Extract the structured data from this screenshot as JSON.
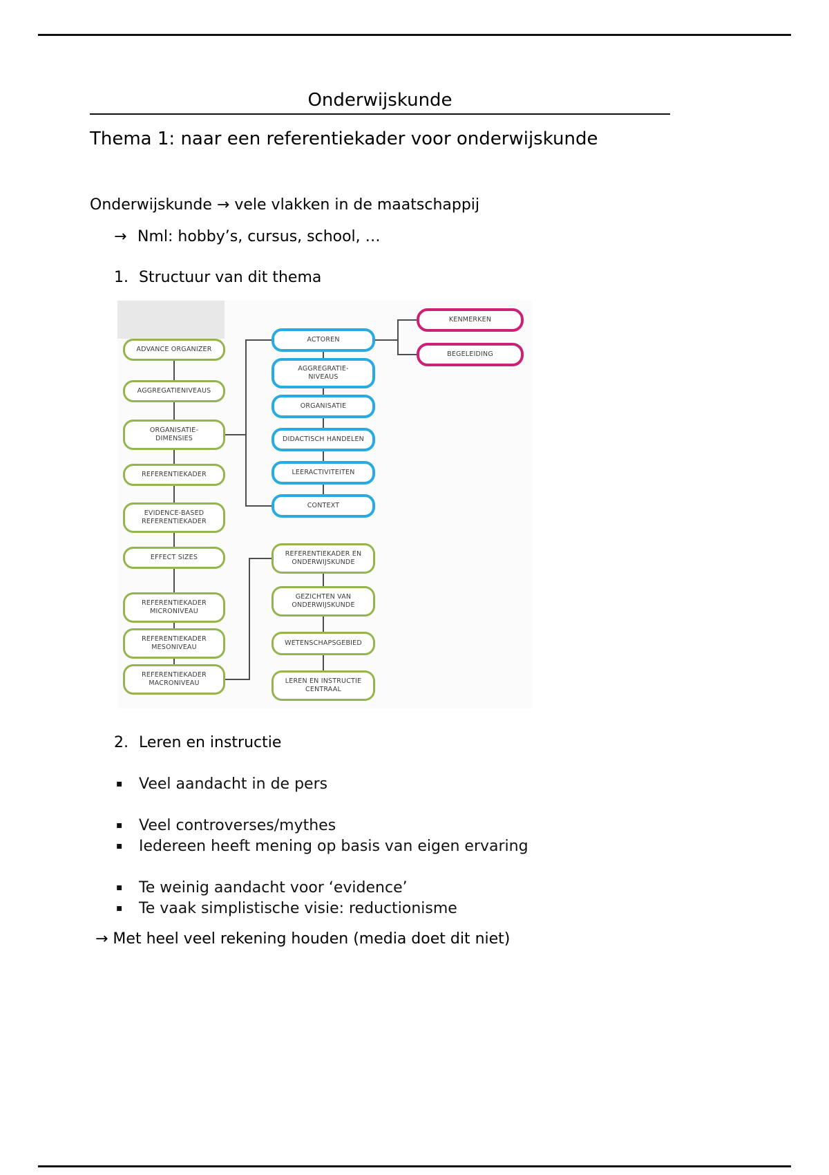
{
  "doc": {
    "title": "Onderwijskunde",
    "heading": "Thema 1: naar een referentiekader voor onderwijskunde",
    "intro": "Onderwijskunde → vele vlakken in de maatschappij",
    "intro_sub_arrow": "→",
    "intro_sub_text": "Nml: hobby’s, cursus, school, …",
    "sections": [
      {
        "number": "1.",
        "title": "Structuur van dit thema"
      },
      {
        "number": "2.",
        "title": "Leren en instructie"
      }
    ],
    "bullet_char": "▪",
    "bullets": [
      "Veel aandacht in de pers",
      "Veel controverses/mythes",
      "Iedereen heeft mening op basis van eigen ervaring",
      "Te weinig aandacht voor ‘evidence’",
      "Te vaak simplistische visie: reductionisme"
    ],
    "conclusion": "→ Met heel veel rekening houden (media doet dit niet)"
  },
  "diagram": {
    "colors": {
      "green": "#94b44e",
      "blue": "#29abe2",
      "pink": "#cb2277"
    },
    "left": [
      "ADVANCE ORGANIZER",
      "AGGREGATIENIVEAUS",
      "ORGANISATIE-\nDIMENSIES",
      "REFERENTIEKADER",
      "EVIDENCE-BASED\nREFERENTIEKADER",
      "EFFECT SIZES",
      "REFERENTIEKADER\nMICRONIVEAU",
      "REFERENTIEKADER\nMESONIVEAU",
      "REFERENTIEKADER\nMACRONIVEAU"
    ],
    "middle": [
      "ACTOREN",
      "AGGREGRATIE-\nNIVEAUS",
      "ORGANISATIE",
      "DIDACTISCH HANDELEN",
      "LEERACTIVITEITEN",
      "CONTEXT"
    ],
    "right": [
      "KENMERKEN",
      "BEGELEIDING"
    ],
    "bottom": [
      "REFERENTIEKADER EN\nONDERWIJSKUNDE",
      "GEZICHTEN VAN\nONDERWIJSKUNDE",
      "WETENSCHAPSGEBIED",
      "LEREN EN INSTRUCTIE\nCENTRAAL"
    ]
  }
}
